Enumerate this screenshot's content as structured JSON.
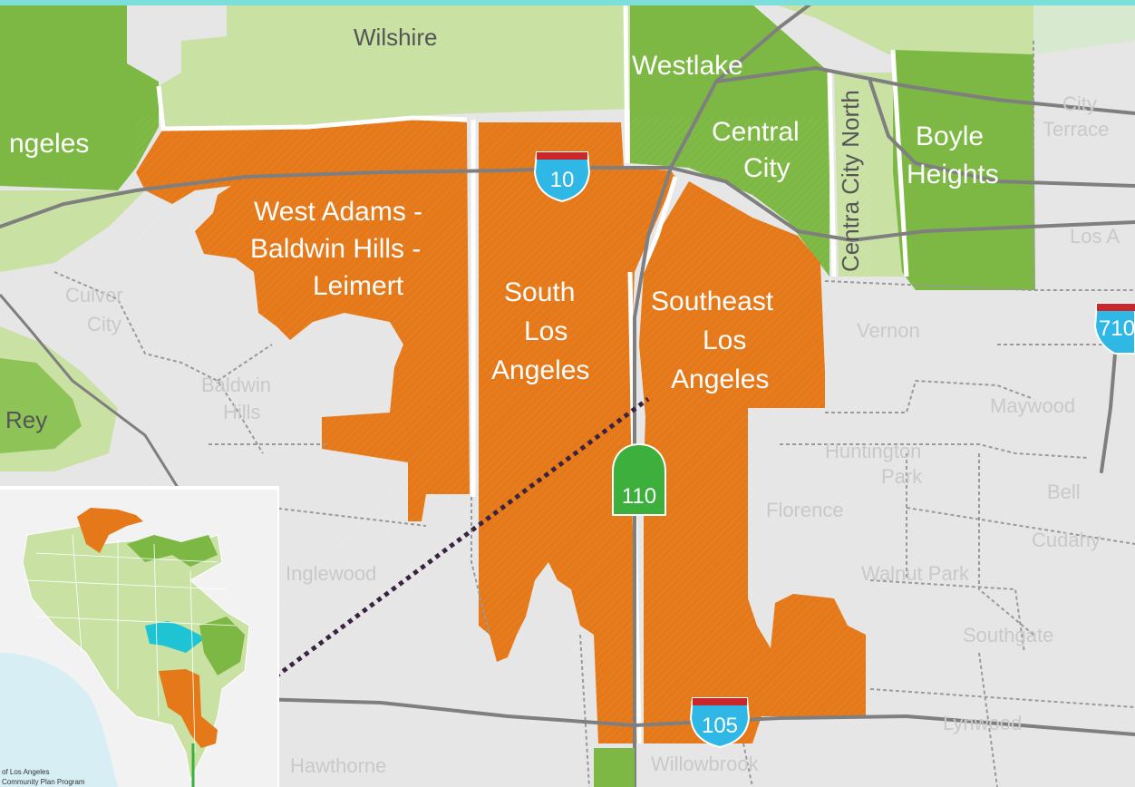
{
  "map": {
    "colors": {
      "background": "#e6e6e6",
      "light_green": "#c9e2a4",
      "green": "#7cb843",
      "orange": "#e57818",
      "freeway": "#7f7f7f",
      "interstate_blue": "#2fb8e6",
      "state_route_green": "#3caf3c",
      "top_bar": "#7ddfd9",
      "inset_teal": "#1fc4d4"
    },
    "labels": {
      "wilshire": "Wilshire",
      "los_angeles_partial": "ngeles",
      "westlake": "Westlake",
      "central_city": [
        "Central",
        "City"
      ],
      "central_city_north": "Centra City North",
      "boyle_heights": [
        "Boyle",
        "Heights"
      ],
      "city_terrace": [
        "City",
        "Terrace"
      ],
      "los_partial": "Los A",
      "west_adams": [
        "West Adams -",
        "Baldwin Hills -",
        "Leimert"
      ],
      "south_la": [
        "South",
        "Los",
        "Angeles"
      ],
      "southeast_la": [
        "Southeast",
        "Los",
        "Angeles"
      ],
      "culver_city": [
        "Culver",
        "City"
      ],
      "baldwin_hills": [
        "Baldwin",
        "Hills"
      ],
      "rey_partial": "Rey",
      "vernon": "Vernon",
      "maywood": "Maywood",
      "huntington_park": [
        "Huntington",
        "Park"
      ],
      "bell": "Bell",
      "florence": "Florence",
      "cudahy": "Cudahy",
      "walnut_park": "Walnut Park",
      "inglewood": "Inglewood",
      "southgate": "Southgate",
      "lynwood": "Lynwood",
      "hawthorne": "Hawthorne",
      "willowbrook": "Willowbrook"
    },
    "shields": {
      "i10": "10",
      "sr110": "110",
      "i105": "105",
      "i710": "710"
    },
    "inset": {
      "caption": [
        "of Los Angeles",
        "Community Plan Program"
      ]
    }
  }
}
